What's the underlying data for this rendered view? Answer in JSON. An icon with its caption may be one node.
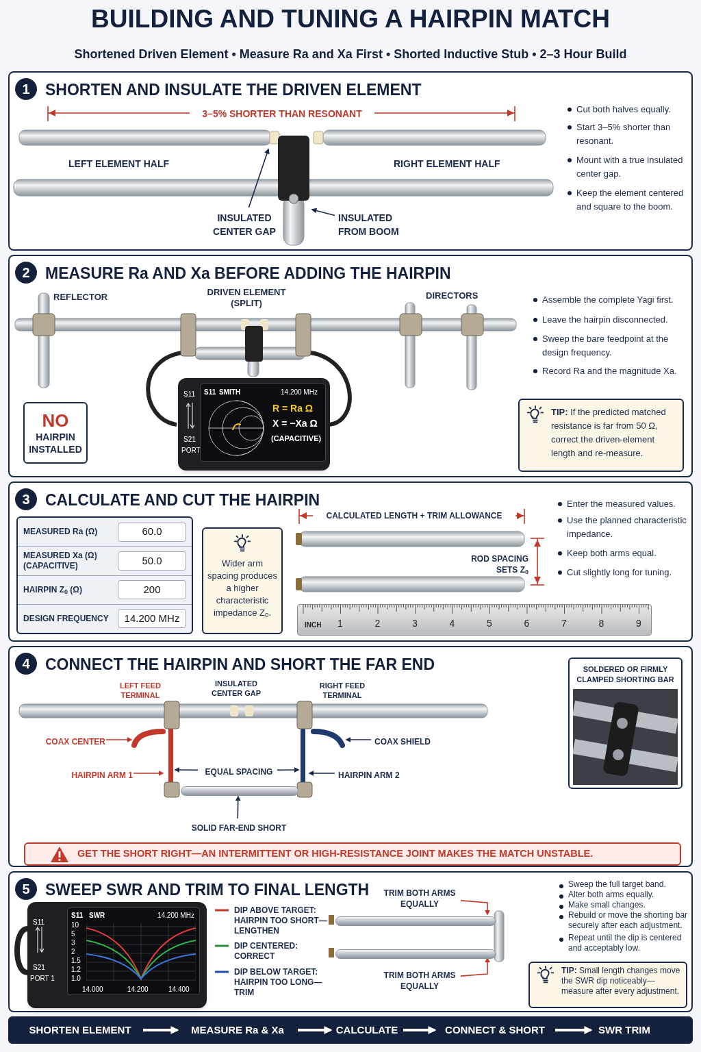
{
  "diagram": {
    "title": "BUILDING AND TUNING A HAIRPIN MATCH",
    "caption": "Shortened Driven Element • Measure Ra and Xa First • Shorted Inductive Stub • 2–3 Hour Build",
    "nodes": [
      {
        "text": [
          "1",
          "SHORTEN AND INSULATE THE DRIVEN ELEMENT"
        ]
      },
      {
        "text": [
          "INSULATED CENTER GAP"
        ],
        "in": 0
      },
      {
        "text": [
          "INSULATED FROM BOOM"
        ],
        "in": 0
      },
      {
        "text": [
          "2",
          "MEASURE Ra AND Xa BEFORE ADDING THE HAIRPIN"
        ]
      },
      {
        "text": [
          "NO",
          "HAIRPIN INSTALLED"
        ],
        "in": 3
      },
      {
        "text": [
          "S11",
          "S21",
          "PORT",
          "S11",
          "SMITH",
          "14.200 MHz",
          "R = Ra Ω",
          "X = −Xa Ω",
          "(CAPACITIVE)"
        ],
        "in": 3
      },
      {
        "text": [
          "**TIP:** If the predicted matched resistance is far from 50 Ω, correct the driven-element length and re-measure."
        ],
        "in": 3
      },
      {
        "text": [
          "3",
          "CALCULATE AND CUT THE HAIRPIN"
        ]
      },
      {
        "text": [
          "MEASURED Ra (Ω)",
          "60.0",
          "MEASURED Xa (Ω) (CAPACITIVE)",
          "50.0",
          "HAIRPIN Z$_{0}$ (Ω)",
          "200",
          "DESIGN FREQUENCY",
          "14.200 MHz"
        ],
        "in": 7
      },
      {
        "text": [
          "Wider arm spacing produces a higher characteristic impedance Z$_{0}$."
        ],
        "in": 7
      },
      {
        "text": [
          "INCH",
          "1",
          "2",
          "3",
          "4",
          "5",
          "6",
          "7",
          "8",
          "9"
        ],
        "in": 7
      },
      {
        "text": [
          "4",
          "CONNECT THE HAIRPIN AND SHORT THE FAR END"
        ]
      },
      {
        "text": [
          "COAX CENTER"
        ],
        "in": 11
      },
      {
        "text": [
          "HAIRPIN ARM 1"
        ],
        "in": 11
      },
      {
        "text": [
          "EQUAL SPACING"
        ],
        "in": 11
      },
      {
        "text": [
          "COAX SHIELD"
        ],
        "in": 11
      },
      {
        "text": [
          "HAIRPIN ARM 2"
        ],
        "in": 11
      },
      {
        "text": [
          "SOLID FAR-END SHORT"
        ],
        "in": 11
      },
      {
        "text": [
          "SOLDERED OR FIRMLY CLAMPED SHORTING BAR"
        ],
        "in": 11
      },
      {
        "text": [
          "GET THE SHORT RIGHT—AN INTERMITTENT OR HIGH-RESISTANCE JOINT MAKES THE MATCH UNSTABLE."
        ],
        "in": 11
      },
      {
        "text": [
          "5",
          "SWEEP SWR AND TRIM TO FINAL LENGTH"
        ]
      },
      {
        "text": [
          "S11",
          "S21",
          "PORT 1",
          "S11",
          "SWR",
          "14.200 MHz",
          "10",
          "5",
          "3",
          "2",
          "1.5",
          "1.2",
          "1.0",
          "14.000",
          "14.200",
          "14.400"
        ],
        "in": 20
      },
      {
        "text": [
          "TRIM BOTH ARMS EQUALLY"
        ],
        "in": 20
      },
      {
        "text": [
          "TRIM BOTH ARMS EQUALLY"
        ],
        "in": 20
      },
      {
        "text": [
          "**TIP:** Small length changes move the SWR dip noticeably—measure after every adjustment."
        ],
        "in": 20
      },
      {
        "text": [],
        "shape": "bar"
      },
      {
        "text": [
          "SHORTEN ELEMENT"
        ],
        "in": 25
      },
      {
        "text": [
          "MEASURE Ra & Xa"
        ],
        "in": 25
      },
      {
        "text": [
          "CALCULATE"
        ],
        "in": 25
      },
      {
        "text": [
          "CONNECT & SHORT"
        ],
        "in": 25
      },
      {
        "text": [
          "SWR TRIM"
        ],
        "in": 25
      },
      {
        "text": [],
        "shape": "bar",
        "in": 11
      },
      {
        "text": [],
        "shape": "bar",
        "in": 20
      },
      {
        "text": [],
        "shape": "bar",
        "in": 20
      }
    ],
    "edges": [
      {
        "from": 1,
        "to": null,
        "arrow": "to"
      },
      {
        "from": 2,
        "to": null,
        "arrow": "to"
      },
      {
        "from": 12,
        "to": null,
        "arrow": "to",
        "color": "#c0392b"
      },
      {
        "from": 13,
        "to": null,
        "arrow": "to",
        "color": "#c0392b"
      },
      {
        "from": 14,
        "to": null,
        "arrow": "to"
      },
      {
        "from": 14,
        "to": null,
        "arrow": "to"
      },
      {
        "from": 15,
        "to": null,
        "arrow": "to"
      },
      {
        "from": 16,
        "to": null,
        "arrow": "to"
      },
      {
        "from": 17,
        "to": 31,
        "arrow": "to"
      },
      {
        "from": 22,
        "to": 32,
        "arrow": "to",
        "color": "#c0392b"
      },
      {
        "from": 23,
        "to": 33,
        "arrow": "to",
        "color": "#c0392b"
      },
      {
        "from": 26,
        "to": 27,
        "arrow": "to",
        "style": "thick",
        "color": "#ffffff"
      },
      {
        "from": 27,
        "to": 28,
        "arrow": "to",
        "style": "thick",
        "color": "#ffffff"
      },
      {
        "from": 28,
        "to": 29,
        "arrow": "to",
        "style": "thick",
        "color": "#ffffff"
      },
      {
        "from": 29,
        "to": 30,
        "arrow": "to",
        "style": "thick",
        "color": "#ffffff"
      }
    ],
    "labels": [
      "3–5% SHORTER THAN RESONANT",
      "LEFT ELEMENT HALF",
      "RIGHT ELEMENT HALF",
      "Cut both halves equally.",
      "Start 3–5% shorter than resonant.",
      "Mount with a true insulated center gap.",
      "Keep the element centered and square to the boom.",
      "REFLECTOR",
      "DRIVEN ELEMENT (SPLIT)",
      "DIRECTORS",
      "Assemble the complete Yagi first.",
      "Leave the hairpin disconnected.",
      "Sweep the bare feedpoint at the design frequency.",
      "Record Ra and the magnitude Xa.",
      "CALCULATED LENGTH + TRIM ALLOWANCE",
      "ROD SPACING SETS Z$_{0}$",
      "Enter the measured values.",
      "Use the planned characteristic impedance.",
      "Keep both arms equal.",
      "Cut slightly long for tuning.",
      "LEFT FEED TERMINAL",
      "INSULATED CENTER GAP",
      "RIGHT FEED TERMINAL",
      "Sweep the full target band.",
      "Alter both arms equally.",
      "Make small changes.",
      "Rebuild or move the shorting bar securely after each adjustment.",
      "Repeat until the dip is centered and acceptably low."
    ],
    "legend": [
      {
        "text": "DIP ABOVE TARGET: HAIRPIN TOO SHORT—LENGTHEN"
      },
      {
        "text": "DIP CENTERED: CORRECT"
      },
      {
        "text": "DIP BELOW TARGET: HAIRPIN TOO LONG—TRIM"
      }
    ]
  }
}
